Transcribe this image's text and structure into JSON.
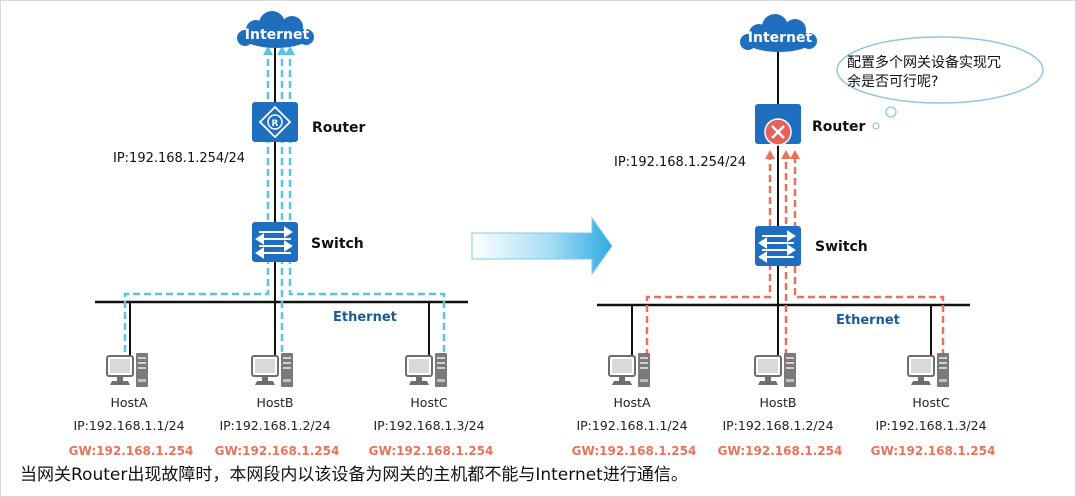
{
  "colors": {
    "device_blue": "#1f6fc0",
    "path_blue": "#5bc4e6",
    "path_red": "#e8735a",
    "line": "#111111",
    "failure": "#e8605a"
  },
  "left": {
    "cloud": "Internet",
    "router": "Router",
    "router_ip": "IP:192.168.1.254/24",
    "switch": "Switch",
    "ethernet": "Ethernet",
    "hosts": [
      {
        "name": "HostA",
        "ip": "IP:192.168.1.1/24",
        "gw": "GW:192.168.1.254"
      },
      {
        "name": "HostB",
        "ip": "IP:192.168.1.2/24",
        "gw": "GW:192.168.1.254"
      },
      {
        "name": "HostC",
        "ip": "IP:192.168.1.3/24",
        "gw": "GW:192.168.1.254"
      }
    ]
  },
  "right": {
    "cloud": "Internet",
    "router": "Router",
    "router_ip": "IP:192.168.1.254/24",
    "switch": "Switch",
    "ethernet": "Ethernet",
    "thought_line1": "配置多个网关设备实现冗",
    "thought_line2": "余是否可行呢?",
    "hosts": [
      {
        "name": "HostA",
        "ip": "IP:192.168.1.1/24",
        "gw": "GW:192.168.1.254"
      },
      {
        "name": "HostB",
        "ip": "IP:192.168.1.2/24",
        "gw": "GW:192.168.1.254"
      },
      {
        "name": "HostC",
        "ip": "IP:192.168.1.3/24",
        "gw": "GW:192.168.1.254"
      }
    ]
  },
  "caption": "当网关Router出现故障时，本网段内以该设备为网关的主机都不能与Internet进行通信。"
}
